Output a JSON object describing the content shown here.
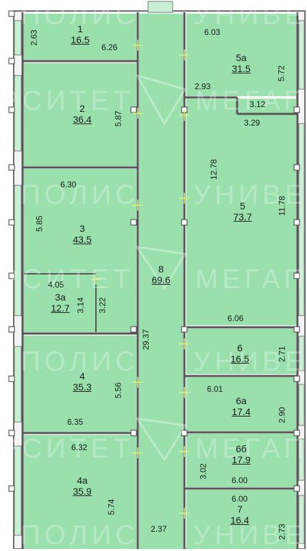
{
  "colors": {
    "room_fill": "#99e0ad",
    "wall": "#555555",
    "window": "#c8efd4",
    "door_mark": "#d9f27c"
  },
  "rooms": [
    {
      "id": "1",
      "name": "1",
      "area": "16.5"
    },
    {
      "id": "2",
      "name": "2",
      "area": "36.4"
    },
    {
      "id": "3",
      "name": "3",
      "area": "43.5"
    },
    {
      "id": "3a",
      "name": "3а",
      "area": "12.7"
    },
    {
      "id": "4",
      "name": "4",
      "area": "35.3"
    },
    {
      "id": "4a",
      "name": "4а",
      "area": "35.9"
    },
    {
      "id": "5",
      "name": "5",
      "area": "73.7"
    },
    {
      "id": "5a",
      "name": "5а",
      "area": "31.5"
    },
    {
      "id": "6",
      "name": "6",
      "area": "16.5"
    },
    {
      "id": "6a",
      "name": "6а",
      "area": "17.4"
    },
    {
      "id": "6b",
      "name": "6б",
      "area": "17.9"
    },
    {
      "id": "7",
      "name": "7",
      "area": "16.4"
    },
    {
      "id": "8",
      "name": "8",
      "area": "69.6"
    }
  ],
  "dimensions": {
    "r1_height": "2.63",
    "r1_width": "6.26",
    "r2_depth": "5.87",
    "r3_width": "6.30",
    "r3_height": "5.85",
    "r3a_width": "4.05",
    "r3a_depth_a": "3.14",
    "r3a_depth_b": "3.22",
    "r4_depth": "5.56",
    "r4_width": "6.35",
    "r4a_width": "6.32",
    "r4a_depth": "5.74",
    "corridor_length": "29.37",
    "corridor_width": "2.37",
    "r5a_width": "6.03",
    "r5a_depth": "5.72",
    "r5a_step": "2.93",
    "r5_step_a": "3.12",
    "r5_step_b": "3.29",
    "r5_depth_a": "12.78",
    "r5_depth_b": "11.78",
    "r6_width": "6.06",
    "r6_depth": "2.71",
    "r6a_width": "6.01",
    "r6a_depth": "2.90",
    "r6b_depth": "3.02",
    "r6b_width": "6.00",
    "r7_width": "6.00",
    "r7_depth": "2.73"
  },
  "watermark": {
    "line1": "ПОЛИС",
    "line2": "УНИВЕРС",
    "line3": "РСИТЕТ",
    "line4": "МЕГАПО"
  }
}
